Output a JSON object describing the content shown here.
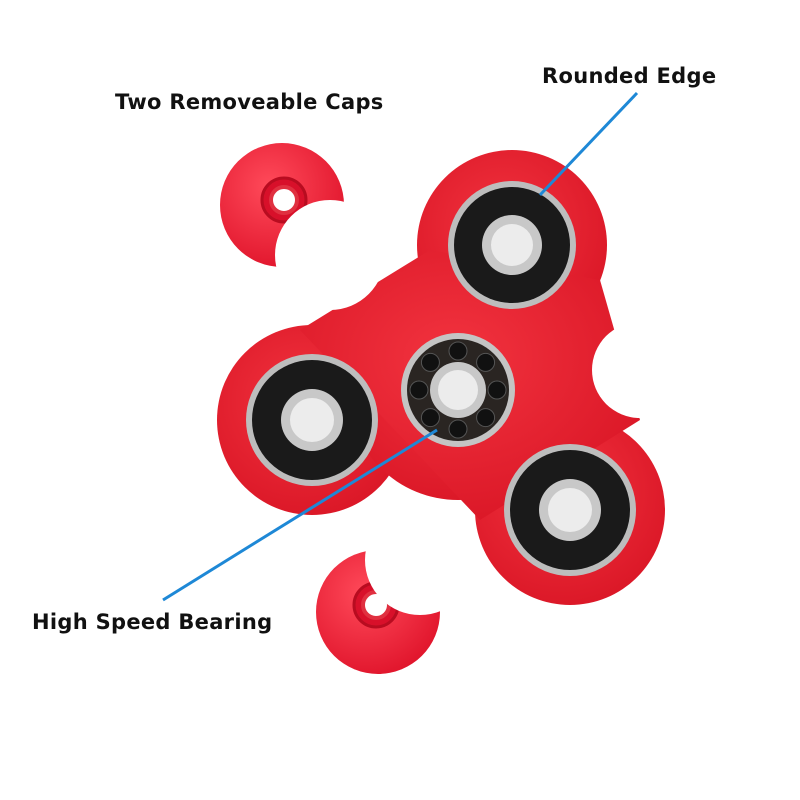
{
  "labels": {
    "caps": "Two Removeable Caps",
    "edge": "Rounded Edge",
    "bearing": "High Speed Bearing"
  },
  "colors": {
    "body": "#e8202e",
    "cap": "#f0233a",
    "callout": "#1e88d6",
    "bearing_black": "#1a1a1a",
    "metal": "#c8c8c8"
  }
}
